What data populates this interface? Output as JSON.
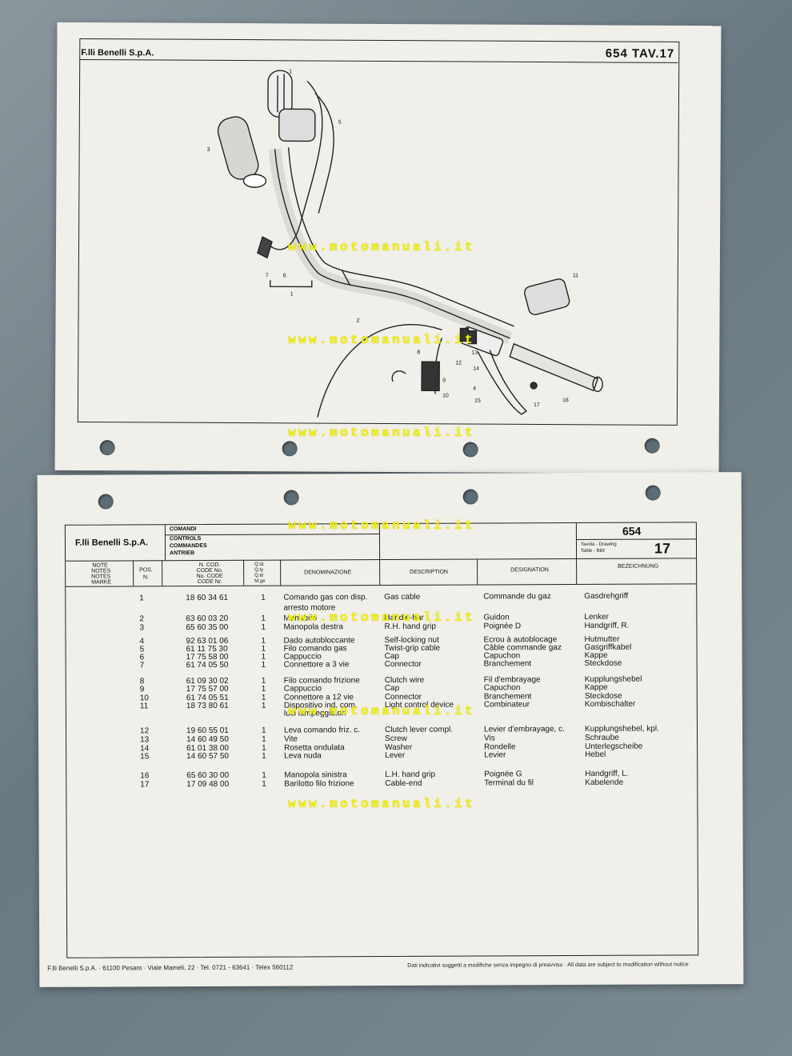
{
  "top_sheet": {
    "company": "F.lli Benelli S.p.A.",
    "drawing_ref": "654 TAV.17",
    "callouts": [
      "1",
      "2",
      "3",
      "4",
      "5",
      "6",
      "7",
      "8",
      "9",
      "10",
      "11",
      "12",
      "13",
      "14",
      "15",
      "16",
      "17",
      "1"
    ]
  },
  "bottom_sheet": {
    "company": "F.lli Benelli S.p.A.",
    "group": [
      "COMANDI",
      "CONTROLS",
      "COMMANDES",
      "ANTRIEB"
    ],
    "model": "654",
    "table_label": [
      "Tavola - Drawing",
      "Table - Bild"
    ],
    "table_no": "17",
    "headers": {
      "notes": [
        "NOTE",
        "NOTES",
        "NOTES",
        "MARKE"
      ],
      "pos": [
        "POS.",
        "N."
      ],
      "code": [
        "N. COD.",
        "CODE No.",
        "No. CODE",
        "CODE Nr."
      ],
      "qty": [
        "Q.tà",
        "Q.ty",
        "Q.té",
        "M.ge"
      ],
      "it": "DENOMINAZIONE",
      "en": "DESCRIPTION",
      "fr": "DESIGNATION",
      "de": "BEZEICHNUNG"
    },
    "rows": [
      {
        "pos": "1",
        "code": "18 60 34 61",
        "qty": "1",
        "it": "Comando gas con disp.",
        "en": "Gas cable",
        "fr": "Commande du gaz",
        "de": "Gasdrehgriff"
      },
      {
        "pos": "",
        "code": "",
        "qty": "",
        "it": "arresto motore",
        "en": "",
        "fr": "",
        "de": ""
      },
      {
        "pos": "2",
        "code": "63 60 03 20",
        "qty": "1",
        "it": "Manubrio",
        "en": "Handle-bar",
        "fr": "Guidon",
        "de": "Lenker"
      },
      {
        "pos": "3",
        "code": "65 60 35 00",
        "qty": "1",
        "it": "Manopola destra",
        "en": "R.H. hand grip",
        "fr": "Poignée D",
        "de": "Handgriff, R."
      },
      {
        "pos": "4",
        "code": "92 63 01 06",
        "qty": "1",
        "it": "Dado autobloccante",
        "en": "Self-locking nut",
        "fr": "Ecrou à autoblocage",
        "de": "Hutmutter"
      },
      {
        "pos": "5",
        "code": "61 11 75 30",
        "qty": "1",
        "it": "Filo comando gas",
        "en": "Twist-grip cable",
        "fr": "Câble commande gaz",
        "de": "Gasgriffkabel"
      },
      {
        "pos": "6",
        "code": "17 75 58 00",
        "qty": "1",
        "it": "Cappuccio",
        "en": "Cap",
        "fr": "Capuchon",
        "de": "Kappe"
      },
      {
        "pos": "7",
        "code": "61 74 05 50",
        "qty": "1",
        "it": "Connettore a 3 vie",
        "en": "Connector",
        "fr": "Branchement",
        "de": "Steckdose"
      },
      {
        "pos": "8",
        "code": "61 09 30 02",
        "qty": "1",
        "it": "Filo comando frizione",
        "en": "Clutch wire",
        "fr": "Fil d'embrayage",
        "de": "Kupplungshebel"
      },
      {
        "pos": "9",
        "code": "17 75 57 00",
        "qty": "1",
        "it": "Cappuccio",
        "en": "Cap",
        "fr": "Capuchon",
        "de": "Kappe"
      },
      {
        "pos": "10",
        "code": "61 74 05 51",
        "qty": "1",
        "it": "Connettore a 12 vie",
        "en": "Connector",
        "fr": "Branchement",
        "de": "Steckdose"
      },
      {
        "pos": "11",
        "code": "18 73 80 61",
        "qty": "1",
        "it": "Dispositivo ind. com.",
        "en": "Light control device",
        "fr": "Combinateur",
        "de": "Kombischalter"
      },
      {
        "pos": "",
        "code": "",
        "qty": "",
        "it": "luci lampeggiatori",
        "en": "",
        "fr": "",
        "de": ""
      },
      {
        "pos": "12",
        "code": "19 60 55 01",
        "qty": "1",
        "it": "Leva comando friz. c.",
        "en": "Clutch lever  compl.",
        "fr": "Levier d'embrayage, c.",
        "de": "Kupplungshebel, kpl."
      },
      {
        "pos": "13",
        "code": "14 60 49 50",
        "qty": "1",
        "it": "Vite",
        "en": "Screw",
        "fr": "Vis",
        "de": "Schraube"
      },
      {
        "pos": "14",
        "code": "61 01 38 00",
        "qty": "1",
        "it": "Rosetta ondulata",
        "en": "Washer",
        "fr": "Rondelle",
        "de": "Unterlegscheibe"
      },
      {
        "pos": "15",
        "code": "14 60 57 50",
        "qty": "1",
        "it": "Leva nuda",
        "en": "Lever",
        "fr": "Levier",
        "de": "Hebel"
      },
      {
        "pos": "16",
        "code": "65 60 30 00",
        "qty": "1",
        "it": "Manopola sinistra",
        "en": "L.H. hand grip",
        "fr": "Poignée G",
        "de": "Handgriff, L."
      },
      {
        "pos": "17",
        "code": "17 09 48 00",
        "qty": "1",
        "it": "Barilotto filo frizione",
        "en": "Cable-end",
        "fr": "Terminal du fil",
        "de": "Kabelende"
      }
    ],
    "footer_left": "F.lli Benelli S.p.A.  ·  61100 Pesaro  ·  Viale Mameli, 22  ·  Tel. 0721 - 63641  ·  Telex 560112",
    "footer_right": "Dati indicativi soggetti a modifiche senza impegno di preavviso  ·  All data are subject to modification without notice"
  },
  "watermark": "www.motomanuali.it"
}
